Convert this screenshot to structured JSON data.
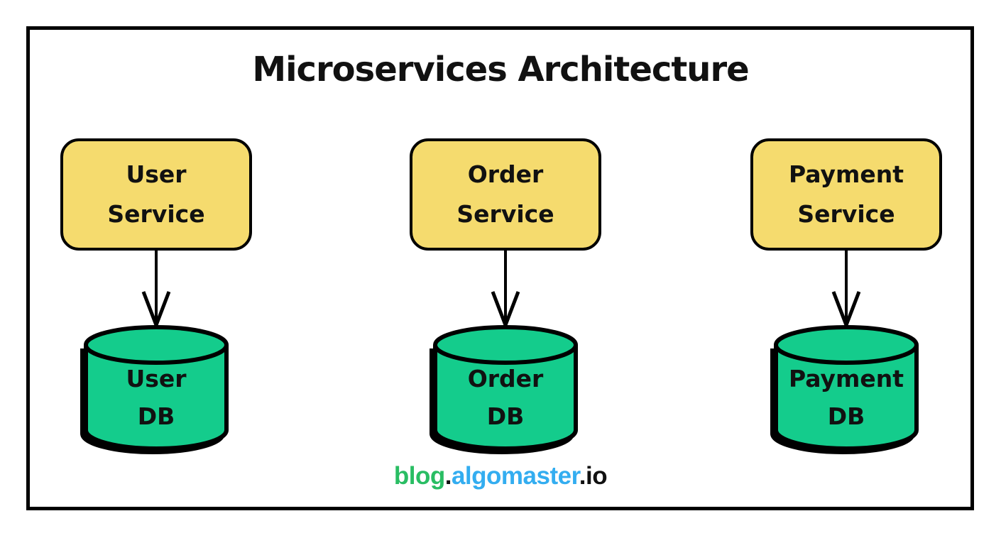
{
  "title": "Microservices Architecture",
  "diagram": {
    "columns": [
      {
        "service_line1": "User",
        "service_line2": "Service",
        "db_line1": "User",
        "db_line2": "DB"
      },
      {
        "service_line1": "Order",
        "service_line2": "Service",
        "db_line1": "Order",
        "db_line2": "DB"
      },
      {
        "service_line1": "Payment",
        "service_line2": "Service",
        "db_line1": "Payment",
        "db_line2": "DB"
      }
    ]
  },
  "footer": {
    "blog": "blog",
    "dot1": ".",
    "algomaster": "algomaster",
    "dot2": ".",
    "io": "io"
  },
  "colors": {
    "service_fill": "#F5DB6E",
    "db_fill": "#14CC8C",
    "outline": "#000000",
    "footer_blog": "#29BD63",
    "footer_algomaster": "#33ADF0",
    "footer_io": "#111111"
  }
}
